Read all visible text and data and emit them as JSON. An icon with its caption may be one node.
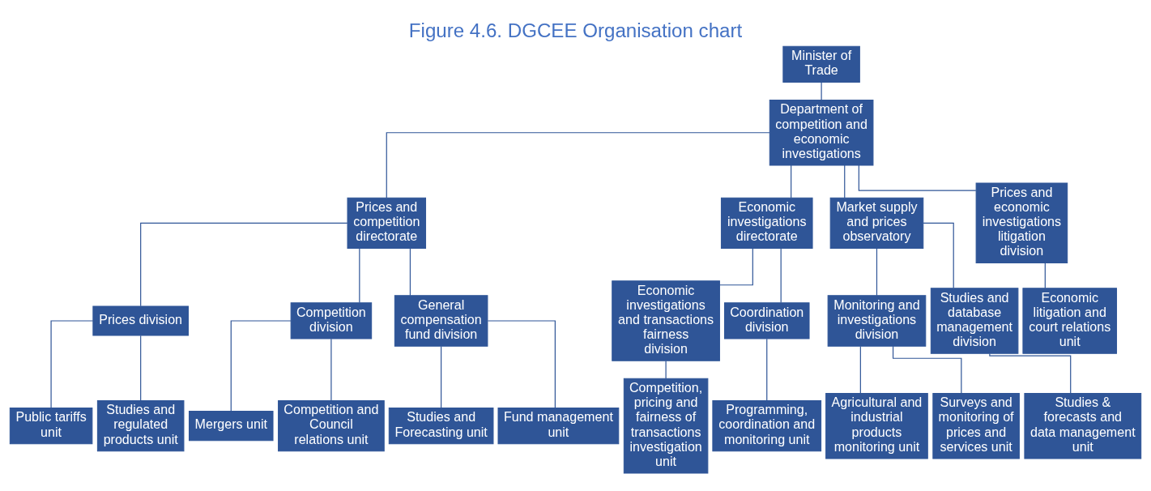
{
  "diagram": {
    "title": "Figure 4.6. DGCEE Organisation chart",
    "nodes": [
      {
        "text": [
          "Minister of Trade"
        ]
      },
      {
        "text": [
          "Department of competition and economic investigations"
        ]
      },
      {
        "text": [
          "Prices and competition directorate"
        ]
      },
      {
        "text": [
          "Economic investigations directorate"
        ]
      },
      {
        "text": [
          "Market supply and prices observatory"
        ]
      },
      {
        "text": [
          "Prices and economic investigations litigation division"
        ]
      },
      {
        "text": [
          "Prices division"
        ]
      },
      {
        "text": [
          "Competition division"
        ]
      },
      {
        "text": [
          "General compensation fund division"
        ]
      },
      {
        "text": [
          "Public tariffs unit"
        ]
      },
      {
        "text": [
          "Studies and regulated products unit"
        ]
      },
      {
        "text": [
          "Mergers unit"
        ]
      },
      {
        "text": [
          "Competition and Council relations unit"
        ]
      },
      {
        "text": [
          "Studies and Forecasting unit"
        ]
      },
      {
        "text": [
          "Fund management unit"
        ]
      },
      {
        "text": [
          "Economic investigations and transactions fairness division"
        ]
      },
      {
        "text": [
          "Coordination division"
        ]
      },
      {
        "text": [
          "Competition, pricing and fairness of transactions investigation unit"
        ]
      },
      {
        "text": [
          "Programming, coordination and monitoring unit"
        ]
      },
      {
        "text": [
          "Monitoring and investigations division"
        ]
      },
      {
        "text": [
          "Studies and database management division"
        ]
      },
      {
        "text": [
          "Agricultural and industrial products monitoring unit"
        ]
      },
      {
        "text": [
          "Surveys and monitoring of prices and services unit"
        ]
      },
      {
        "text": [
          "Studies & forecasts and data management unit"
        ]
      },
      {
        "text": [
          "Economic litigation and court relations unit"
        ]
      }
    ],
    "edges": [
      {
        "from": 0,
        "to": 1,
        "arrow": "none"
      },
      {
        "from": 1,
        "to": 2,
        "arrow": "none"
      },
      {
        "from": 1,
        "to": 3,
        "arrow": "none"
      },
      {
        "from": 1,
        "to": 4,
        "arrow": "none"
      },
      {
        "from": 1,
        "to": 5,
        "arrow": "none"
      },
      {
        "from": 2,
        "to": 6,
        "arrow": "none"
      },
      {
        "from": 2,
        "to": 7,
        "arrow": "none"
      },
      {
        "from": 2,
        "to": 8,
        "arrow": "none"
      },
      {
        "from": 6,
        "to": 9,
        "arrow": "none"
      },
      {
        "from": 6,
        "to": 10,
        "arrow": "none"
      },
      {
        "from": 7,
        "to": 11,
        "arrow": "none"
      },
      {
        "from": 7,
        "to": 12,
        "arrow": "none"
      },
      {
        "from": 8,
        "to": 13,
        "arrow": "none"
      },
      {
        "from": 8,
        "to": 14,
        "arrow": "none"
      },
      {
        "from": 3,
        "to": 15,
        "arrow": "none"
      },
      {
        "from": 3,
        "to": 16,
        "arrow": "none"
      },
      {
        "from": 15,
        "to": 17,
        "arrow": "none"
      },
      {
        "from": 16,
        "to": 18,
        "arrow": "none"
      },
      {
        "from": 4,
        "to": 19,
        "arrow": "none"
      },
      {
        "from": 4,
        "to": 20,
        "arrow": "none"
      },
      {
        "from": 19,
        "to": 21,
        "arrow": "none"
      },
      {
        "from": 19,
        "to": 22,
        "arrow": "none"
      },
      {
        "from": 20,
        "to": 23,
        "arrow": "none"
      },
      {
        "from": 5,
        "to": 24,
        "arrow": "none"
      }
    ]
  }
}
